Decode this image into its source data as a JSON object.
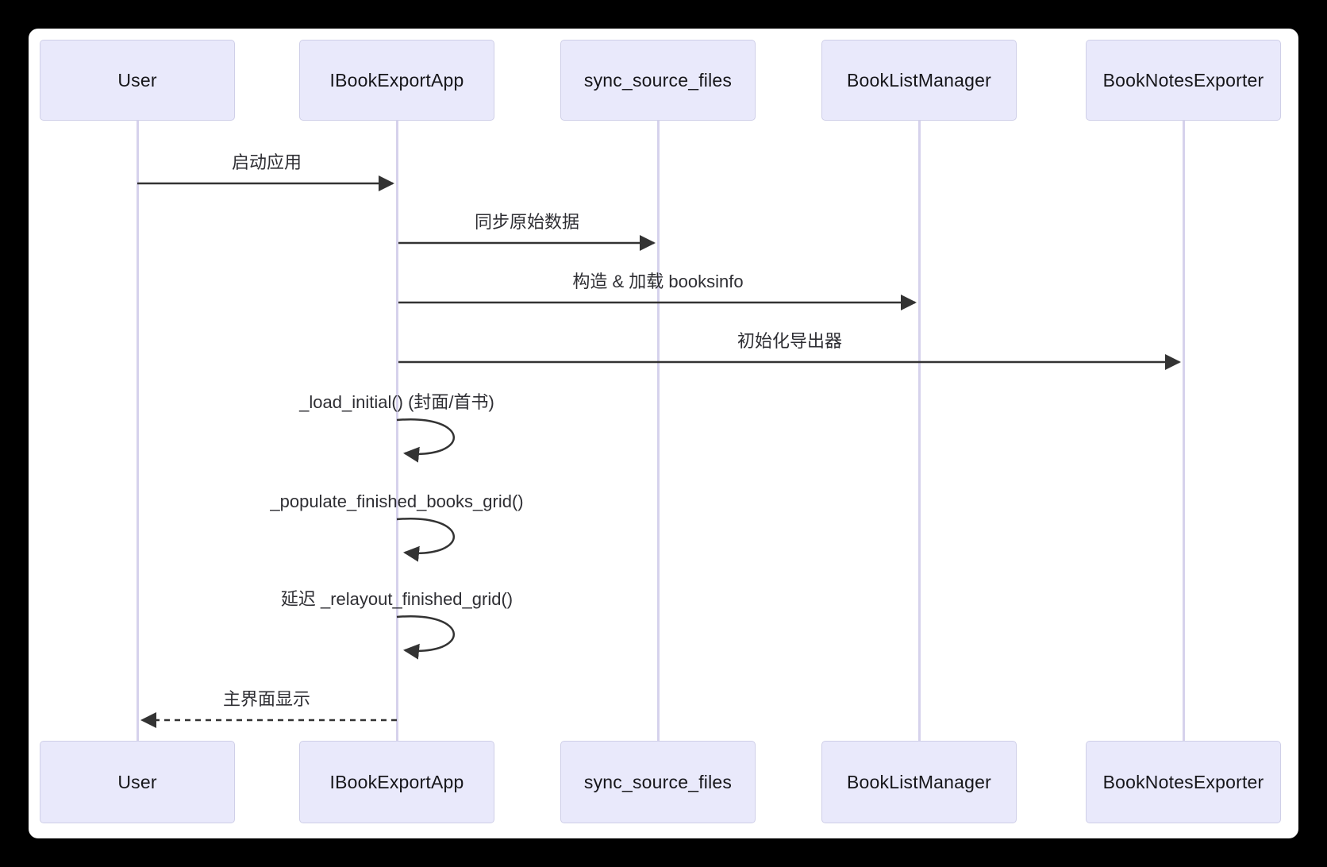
{
  "diagram": {
    "type": "sequence",
    "participants": [
      {
        "name": "User"
      },
      {
        "name": "IBookExportApp"
      },
      {
        "name": "sync_source_files"
      },
      {
        "name": "BookListManager"
      },
      {
        "name": "BookNotesExporter"
      }
    ],
    "messages": [
      {
        "label": "启动应用",
        "from": "User",
        "to": "IBookExportApp",
        "type": "solid"
      },
      {
        "label": "同步原始数据",
        "from": "IBookExportApp",
        "to": "sync_source_files",
        "type": "solid"
      },
      {
        "label": "构造 & 加载 booksinfo",
        "from": "IBookExportApp",
        "to": "BookListManager",
        "type": "solid"
      },
      {
        "label": "初始化导出器",
        "from": "IBookExportApp",
        "to": "BookNotesExporter",
        "type": "solid"
      },
      {
        "label": "_load_initial() (封面/首书)",
        "from": "IBookExportApp",
        "to": "IBookExportApp",
        "type": "self"
      },
      {
        "label": "_populate_finished_books_grid()",
        "from": "IBookExportApp",
        "to": "IBookExportApp",
        "type": "self"
      },
      {
        "label": "延迟 _relayout_finished_grid()",
        "from": "IBookExportApp",
        "to": "IBookExportApp",
        "type": "self"
      },
      {
        "label": "主界面显示",
        "from": "IBookExportApp",
        "to": "User",
        "type": "dashed-return"
      }
    ],
    "colors": {
      "page_background": "#000000",
      "canvas_background": "#ffffff",
      "actor_fill": "#e9e9fb",
      "actor_border": "#cfcfe8",
      "lifeline": "#d6d2ec",
      "arrow": "#333333",
      "text": "#2e2e33"
    }
  }
}
